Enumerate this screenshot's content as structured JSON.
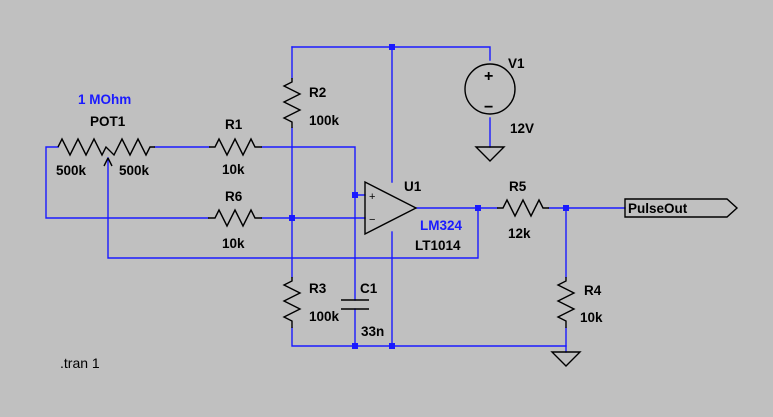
{
  "directive": ".tran 1",
  "components": {
    "pot1": {
      "name": "POT1",
      "value": "1 MOhm",
      "left_value": "500k",
      "right_value": "500k"
    },
    "r1": {
      "name": "R1",
      "value": "10k"
    },
    "r2": {
      "name": "R2",
      "value": "100k"
    },
    "r3": {
      "name": "R3",
      "value": "100k"
    },
    "r4": {
      "name": "R4",
      "value": "10k"
    },
    "r5": {
      "name": "R5",
      "value": "12k"
    },
    "r6": {
      "name": "R6",
      "value": "10k"
    },
    "c1": {
      "name": "C1",
      "value": "33n"
    },
    "v1": {
      "name": "V1",
      "value": "12V",
      "plus": "+",
      "minus": "−"
    },
    "u1": {
      "name": "U1",
      "model": "LM324",
      "alt_model": "LT1014",
      "inv_pin": "−",
      "noninv_pin": "+"
    }
  },
  "net_labels": {
    "output": "PulseOut"
  },
  "colors": {
    "wire": "#1a1aff",
    "background": "#c0c0c0",
    "symbol": "#000000"
  }
}
